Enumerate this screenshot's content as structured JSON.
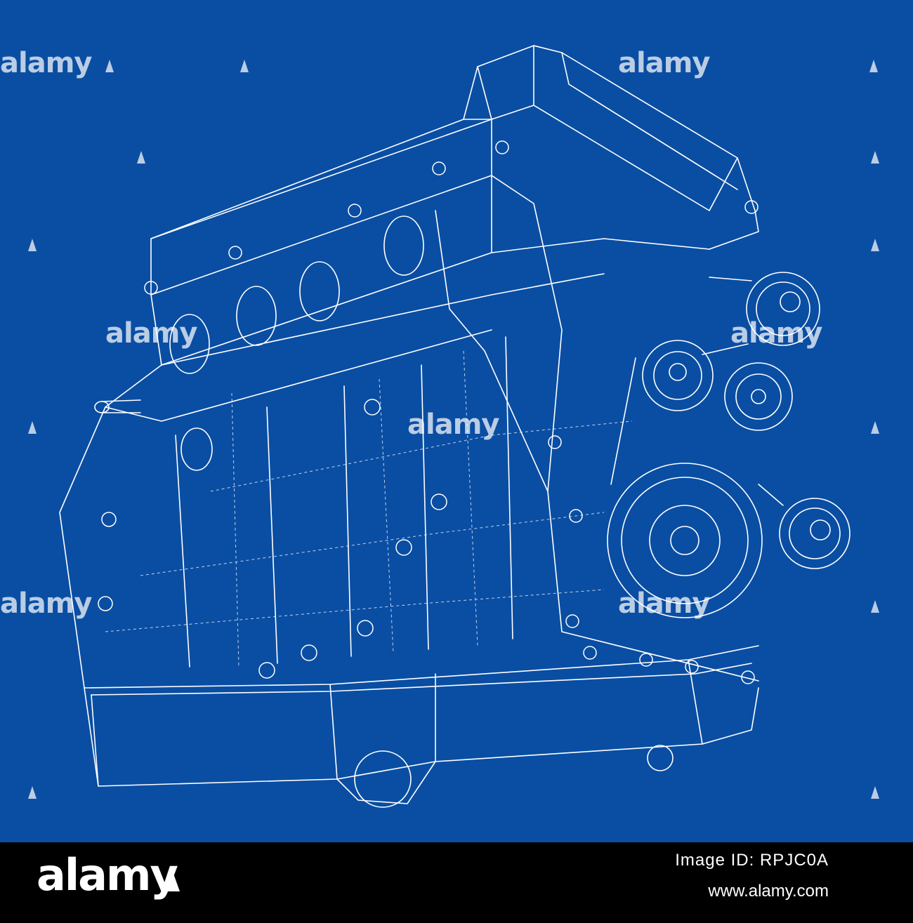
{
  "colors": {
    "background": "#0a4ea3",
    "linework": "#ffffff",
    "footer": "#000000"
  },
  "watermark": {
    "text": "alamy"
  },
  "footer": {
    "logo": "alamy",
    "image_id": "Image ID: RPJC0A",
    "site": "www.alamy.com"
  }
}
